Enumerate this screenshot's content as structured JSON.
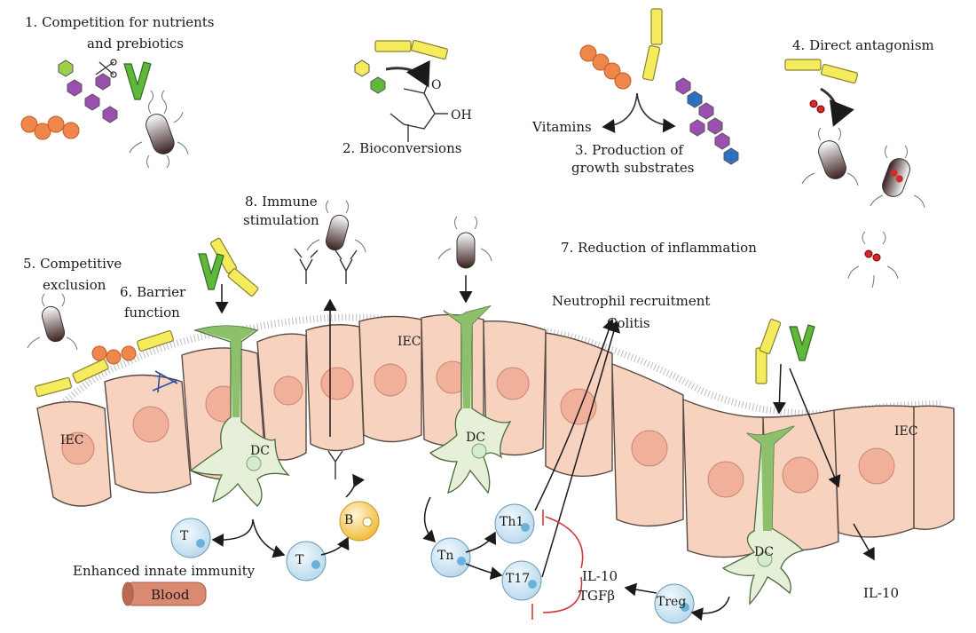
{
  "mechanisms": {
    "m1": "1. Competition for nutrients",
    "m1b": "and prebiotics",
    "m2": "2. Bioconversions",
    "m2_oh": "OH",
    "m2_o": "O",
    "m3": "3. Production of",
    "m3b": "growth substrates",
    "m3_vitamins": "Vitamins",
    "m4": "4. Direct antagonism",
    "m5": "5. Competitive",
    "m5b": "exclusion",
    "m6": "6. Barrier",
    "m6b": "function",
    "m7": "7. Reduction of inflammation",
    "m8": "8. Immune",
    "m8b": "stimulation"
  },
  "labels": {
    "neutrophil": "Neutrophil recruitment",
    "colitis": "Colitis",
    "iec": "IEC",
    "dc": "DC",
    "t": "T",
    "b": "B",
    "tn": "Tn",
    "th1": "Th1",
    "t17": "T17",
    "treg": "Treg",
    "il10": "IL-10",
    "tgf": "TGFβ",
    "enhanced": "Enhanced innate immunity",
    "blood": "Blood"
  },
  "colors": {
    "epithelium": "#f7cdb6",
    "nucleus": "#f0a88a",
    "dendritic": "#8cc06a",
    "dc_body": "#e8f2dc",
    "tcell": "#cfe6f4",
    "bcell": "#f4c64a",
    "lactate_yellow": "#f4ec5c",
    "orange_bead": "#f0874a",
    "purple": "#9b4fb0",
    "blue": "#2f6ec0",
    "green": "#5fb83a",
    "inhibit_red": "#d03a3a",
    "blood": "#d9826a"
  }
}
